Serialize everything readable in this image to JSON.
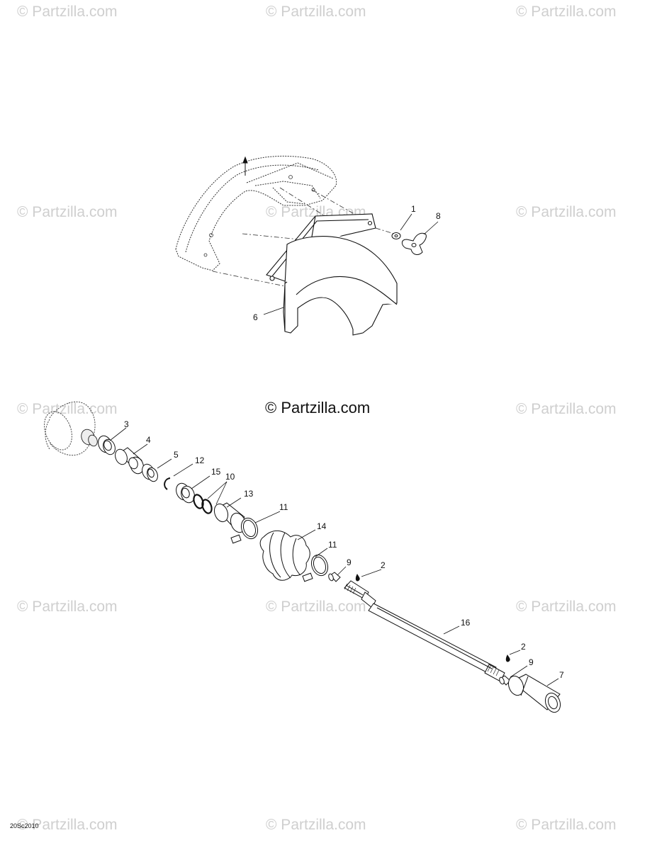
{
  "watermarks": {
    "text": "© Partzilla.com",
    "main_text": "© Partzilla.com"
  },
  "diagram_code": "20Sc2010",
  "callouts": {
    "c1": "1",
    "c8": "8",
    "c6": "6",
    "c3": "3",
    "c4": "4",
    "c5": "5",
    "c12": "12",
    "c15": "15",
    "c10": "10",
    "c13": "13",
    "c11a": "11",
    "c14": "14",
    "c11b": "11",
    "c9a": "9",
    "c2a": "2",
    "c16": "16",
    "c2b": "2",
    "c9b": "9",
    "c7": "7"
  }
}
